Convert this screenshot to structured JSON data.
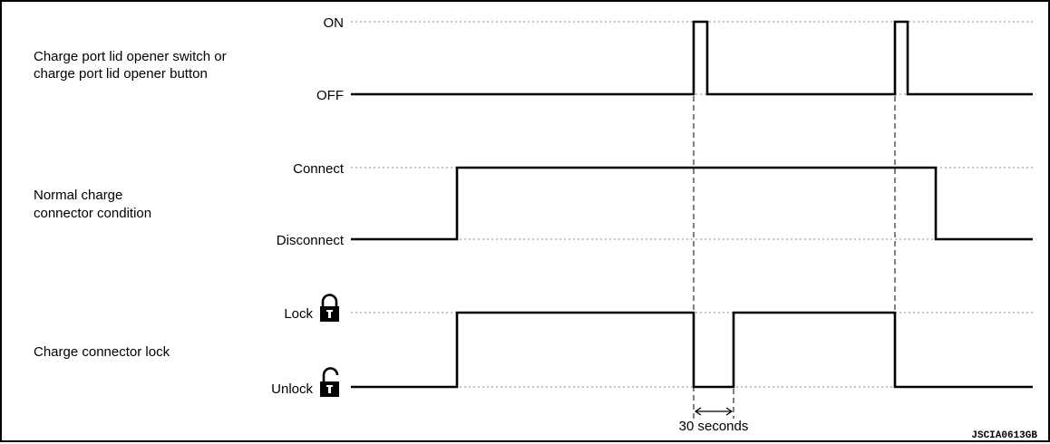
{
  "diagram": {
    "signals": [
      {
        "name_lines": [
          "Charge port lid opener switch or",
          "charge port lid opener button"
        ],
        "high_label": "ON",
        "low_label": "OFF",
        "icons": false
      },
      {
        "name_lines": [
          "Normal charge",
          "connector condition"
        ],
        "high_label": "Connect",
        "low_label": "Disconnect",
        "icons": false
      },
      {
        "name_lines": [
          "Charge connector lock"
        ],
        "high_label": "Lock",
        "low_label": "Unlock",
        "icons": true,
        "high_icon": "lock-closed-icon",
        "low_icon": "lock-open-icon"
      }
    ],
    "duration_label": "30 seconds",
    "figure_code": "JSCIA0613GB"
  }
}
